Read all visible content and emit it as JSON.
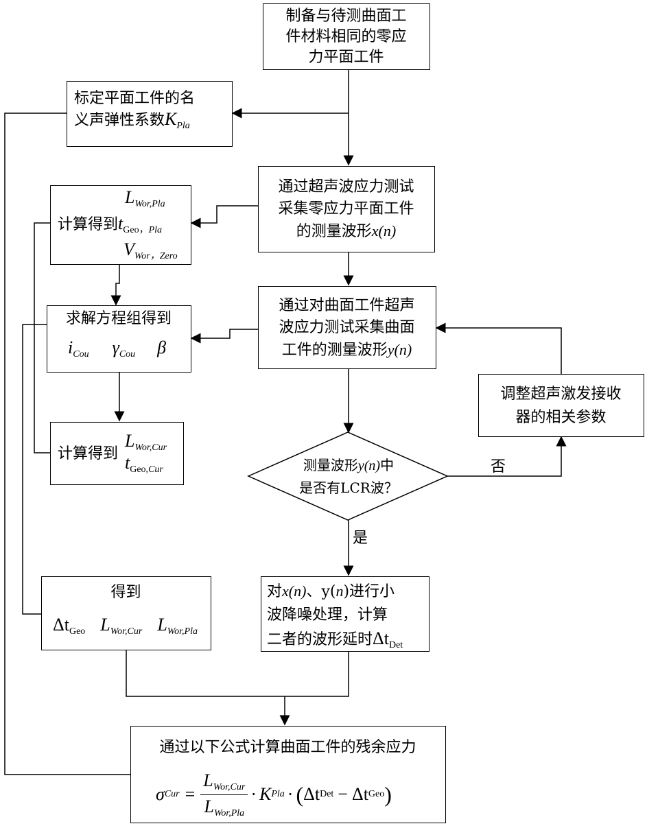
{
  "box_prepare": {
    "line1": "制备与待测曲面工",
    "line2": "件材料相同的零应",
    "line3": "力平面工件"
  },
  "box_calibrate": {
    "line1": "标定平面工件的名",
    "line2": "义声弹性系数",
    "var": "K",
    "sub": "Pla"
  },
  "box_collect_x": {
    "line1": "通过超声波应力测试",
    "line2": "采集零应力平面工件",
    "line3": "的测量波形",
    "var": "x(n)"
  },
  "box_calc1": {
    "label": "计算得到",
    "L": "L",
    "L_sub": "Wor,Pla",
    "t": "t",
    "t_sub1": "Geo，",
    "t_sub2": "Pla",
    "V": "V",
    "V_sub1": "Wor，",
    "V_sub2": "Zero"
  },
  "box_solve": {
    "line1": "求解方程组得到",
    "i": "i",
    "i_sub": "Cou",
    "gamma": "γ",
    "gamma_sub": "Cou",
    "beta": "β"
  },
  "box_collect_y": {
    "line1": "通过对曲面工件超声",
    "line2": "波应力测试采集曲面",
    "line3": "工件的测量波形",
    "var": "y(n)"
  },
  "box_adjust": {
    "line1": "调整超声激发接收",
    "line2": "器的相关参数"
  },
  "box_calc2": {
    "label": "计算得到",
    "L": "L",
    "L_sub": "Wor,Cur",
    "t": "t",
    "t_sub1": "Geo,",
    "t_sub2": "Cur"
  },
  "decision": {
    "line1": "测量波形",
    "var": "y(n)",
    "line1_end": "中",
    "line2": "是否有LCR波？"
  },
  "labels": {
    "no": "否",
    "yes": "是"
  },
  "box_obtain": {
    "title": "得到",
    "dt": "Δt",
    "dt_sub": "Geo",
    "L1": "L",
    "L1_sub": "Wor,Cur",
    "L2": "L",
    "L2_sub": "Wor,Pla"
  },
  "box_denoise": {
    "p1": "对",
    "x": "x(n)",
    "p2": "、y(",
    "n": "n",
    "p3": ")进行小",
    "line2": "波降噪处理，计算",
    "line3": "二者的波形延时",
    "dt": "Δt",
    "dt_sub": "Det"
  },
  "box_final": {
    "title": "通过以下公式计算曲面工件的残余应力",
    "sigma": "σ",
    "sigma_sub": "Cur",
    "num": "L",
    "num_sub": "Wor,Cur",
    "den": "L",
    "den_sub": "Wor,Pla",
    "K": "K",
    "K_sub": "Pla",
    "dt1": "Δt",
    "dt1_sub": "Det",
    "dt2": "Δt",
    "dt2_sub": "Geo"
  }
}
